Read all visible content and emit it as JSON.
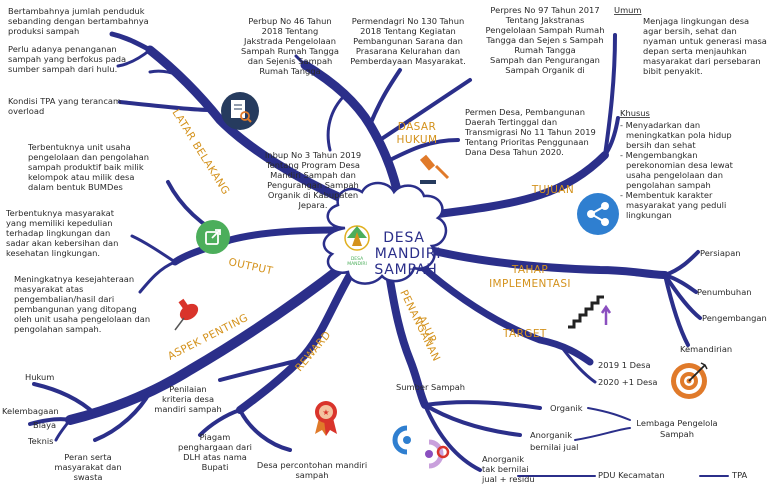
{
  "center": {
    "title_lines": [
      "DESA",
      "MANDIRI",
      "SAMPAH"
    ],
    "logo_text_lines": [
      "DESA",
      "MANDIRI"
    ]
  },
  "branch_labels": {
    "latar_belakang": "LATAR BELAKANG",
    "output": "OUTPUT",
    "aspek_penting": "ASPEK PENTING",
    "reward": "REWARD",
    "alur_penanganan_lines": [
      "ALUR",
      "PENANGANAN"
    ],
    "dasar_hukum_lines": [
      "DASAR",
      "HUKUM"
    ],
    "tujuan": "TUJUAN",
    "tahap_implementasi_lines": [
      "TAHAP",
      "IMPLEMENTASI"
    ],
    "target": "TARGET"
  },
  "latar_belakang": [
    {
      "lines": [
        "Bertambahnya jumlah penduduk",
        "sebanding dengan bertambahnya",
        "produksi sampah"
      ]
    },
    {
      "lines": [
        "Perlu adanya penanganan",
        "sampah yang berfokus pada",
        "sumber sampah dari hulu."
      ]
    },
    {
      "lines": [
        "Kondisi TPA yang terancam",
        "overload"
      ]
    }
  ],
  "output": [
    {
      "lines": [
        "Terbentuknya unit usaha",
        "pengelolaan dan pengolahan",
        "sampah produktif baik milik",
        "kelompok atau milik desa",
        "dalam bentuk BUMDes"
      ]
    },
    {
      "lines": [
        "Terbentuknya masyarakat",
        "yang memiliki kepedulian",
        "terhadap lingkungan dan",
        "sadar akan kebersihan dan",
        "kesehatan lingkungan."
      ]
    },
    {
      "lines": [
        "Meningkatnya kesejahteraan",
        "masyarakat atas",
        "pengembalian/hasil dari",
        "pembangunan yang ditopang",
        "oleh unit usaha pengelolaan dan",
        "pengolahan sampah."
      ]
    }
  ],
  "aspek_penting": {
    "hukum": "Hukum",
    "kelembagaan_lines": [
      "Kelembagaan",
      "Biaya"
    ],
    "teknis": "Teknis",
    "peran_lines": [
      "Peran serta",
      "masyarakat dan",
      "swasta"
    ]
  },
  "reward": [
    {
      "lines": [
        "Penilaian",
        "kriteria desa",
        "mandiri sampah"
      ]
    },
    {
      "lines": [
        "Piagam",
        "penghargaan dari",
        "DLH atas nama",
        "Bupati"
      ]
    },
    {
      "lines": [
        "Desa percontohan mandiri",
        "sampah"
      ]
    }
  ],
  "dasar_hukum": [
    {
      "lines": [
        "Perbup No 46 Tahun",
        "2018 Tentang",
        "Jakstrada Pengelolaan",
        "Sampah Rumah Tangga",
        "dan Sejenis Sampah",
        "Rumah Tangga"
      ]
    },
    {
      "lines": [
        "Permendagri No 130 Tahun",
        "2018 Tentang Kegiatan",
        "Pembangunan Sarana dan",
        "Prasarana Kelurahan dan",
        "Pemberdayaan Masyarakat."
      ]
    },
    {
      "lines": [
        "Perpres No 97 Tahun 2017",
        "Tentang Jakstranas",
        "Pengelolaan Sampah Rumah",
        "Tangga dan Sejen s Sampah",
        "Rumah Tangga",
        "Sampah dan Pengurangan",
        "Sampah Organik di"
      ]
    },
    {
      "lines": [
        "Inbup No 3 Tahun 2019",
        "Tentang Program Desa",
        "Mandiri Sampah dan",
        "Pengurangan Sampah",
        "Organik di Kabupaten",
        "Jepara."
      ]
    },
    {
      "lines": [
        "Permen Desa, Pembangunan",
        "Daerah Tertinggal dan",
        "Transmigrasi No 11 Tahun 2019",
        "Tentang Prioritas Penggunaan",
        "Dana Desa Tahun 2020."
      ]
    }
  ],
  "tujuan": {
    "umum_heading": "Umum",
    "umum_lines": [
      "Menjaga lingkungan desa",
      "agar bersih, sehat dan",
      "nyaman untuk generasi masa",
      "depan serta menjauhkan",
      "masyarakat dari persebaran",
      "bibit penyakit."
    ],
    "khusus_heading": "Khusus",
    "khusus_lines": [
      "- Menyadarkan dan",
      "meningkatkan pola hidup",
      "bersih dan sehat",
      "- Mengembangkan",
      "perekonomian desa lewat",
      "usaha pengelolaan dan",
      "pengolahan sampah",
      "- Membentuk karakter",
      "masyarakat yang peduli",
      "lingkungan"
    ]
  },
  "tahap_implementasi": [
    "Persiapan",
    "Penumbuhan",
    "Pengembangan",
    "Kemandirian"
  ],
  "target": [
    "2019 1 Desa",
    "2020 +1 Desa"
  ],
  "alur_penanganan": {
    "sumber_sampah": "Sumber Sampah",
    "organik": "Organik",
    "anorganik_bernilai_lines": [
      "Anorganik",
      "bernilai jual"
    ],
    "anorganik_tak_lines": [
      "Anorganik",
      "tak bernilai",
      "jual + residu"
    ],
    "lembaga_lines": [
      "Lembaga Pengelola",
      "Sampah"
    ],
    "pdu": "PDU Kecamatan",
    "tpa": "TPA"
  },
  "colors": {
    "branch": "#2b2f8a",
    "label_orange": "#d4921c",
    "cloud_fill": "#ffffff",
    "icon_navy": "#263b5e",
    "icon_green": "#4cae5b",
    "icon_blue": "#2f7fd0",
    "icon_orange": "#e07a2a",
    "icon_red": "#d9342b",
    "icon_purple": "#8a4fbf"
  }
}
